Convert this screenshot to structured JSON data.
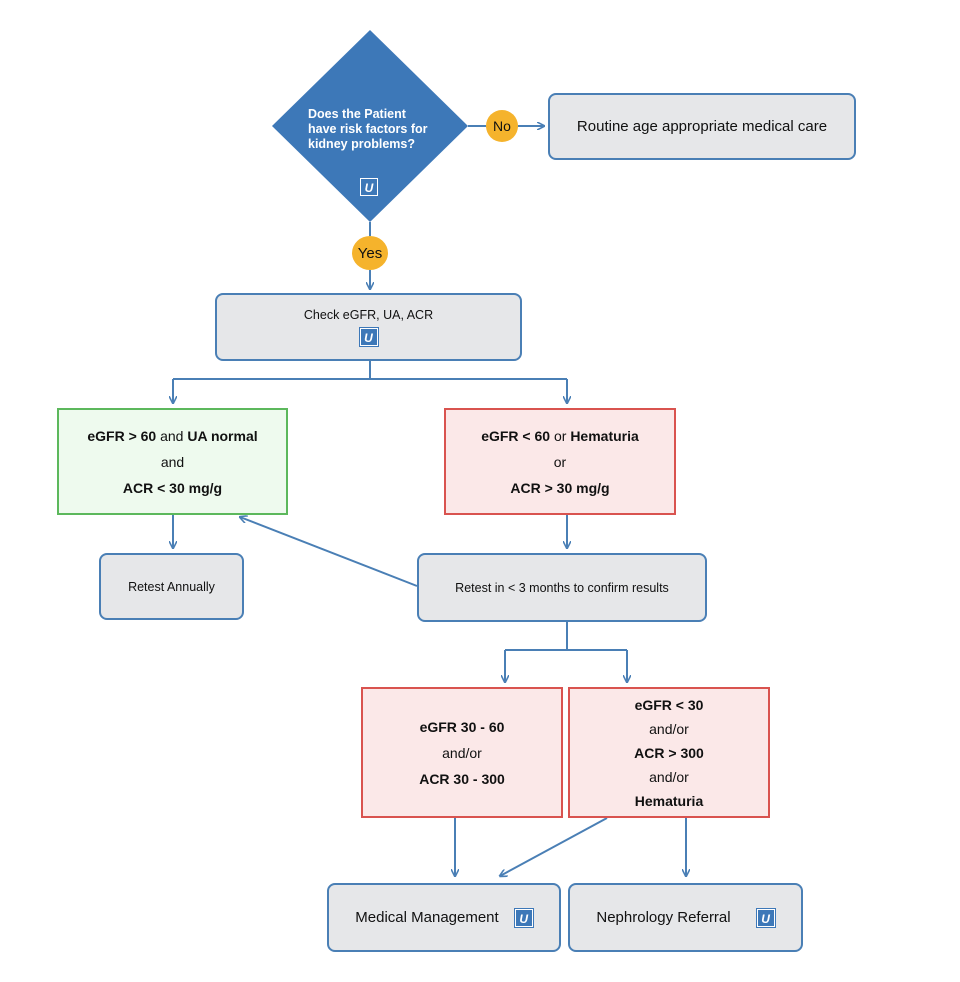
{
  "decision": {
    "question_line1": "Does the Patient",
    "question_line2": "have risk factors for",
    "question_line3": "kidney problems?",
    "badge": "U",
    "no_label": "No",
    "yes_label": "Yes"
  },
  "routine_care": {
    "label": "Routine age appropriate medical care"
  },
  "check": {
    "label": "Check eGFR, UA, ACR",
    "badge": "U"
  },
  "normal": {
    "line1_bold_a": "eGFR > 60",
    "line1_mid": " and ",
    "line1_bold_b": "UA normal",
    "line2": "and",
    "line3_bold": "ACR < 30 mg/g"
  },
  "abnormal": {
    "line1_bold_a": "eGFR < 60",
    "line1_mid": " or ",
    "line1_bold_b": "Hematuria",
    "line2": "or",
    "line3_bold": "ACR > 30 mg/g"
  },
  "retest_annually": {
    "label": "Retest Annually"
  },
  "retest_confirm": {
    "label": "Retest in < 3 months to confirm results"
  },
  "moderate": {
    "line1_bold": "eGFR 30 - 60",
    "line2": "and/or",
    "line3_bold": "ACR 30 - 300"
  },
  "severe": {
    "line1_bold": "eGFR < 30",
    "line2": "and/or",
    "line3_bold": "ACR > 300",
    "line4": "and/or",
    "line5_bold": "Hematuria"
  },
  "medical_management": {
    "label": "Medical Management",
    "badge": "U"
  },
  "nephrology_referral": {
    "label": "Nephrology Referral",
    "badge": "U"
  },
  "colors": {
    "diamond": "#3d78b8",
    "connector": "#4a7fb5",
    "pill": "#f5b32c",
    "green_border": "#5cb85c",
    "red_border": "#d9534f"
  }
}
